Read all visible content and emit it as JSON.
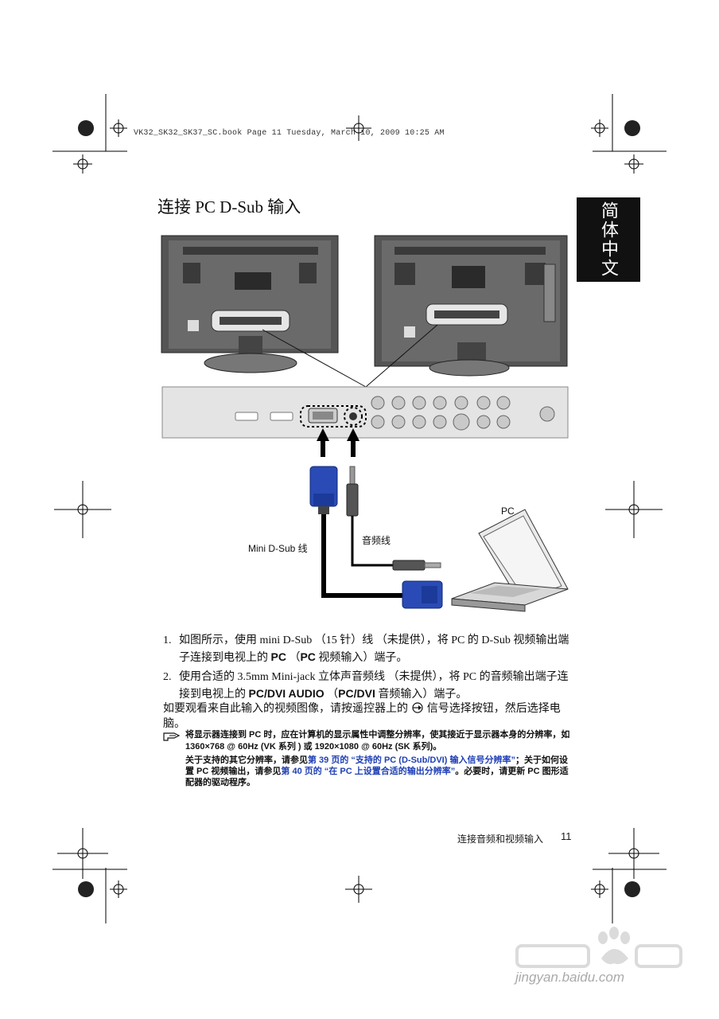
{
  "header": {
    "file_info": "VK32_SK32_SK37_SC.book  Page 11  Tuesday, March 10, 2009  10:25 AM"
  },
  "page_title": "连接 PC D-Sub 输入",
  "side_tab": "简体中文",
  "diagram": {
    "pc_label": "PC",
    "cable_vga_label": "Mini D-Sub 线",
    "cable_audio_label": "音频线"
  },
  "steps": [
    {
      "num": "1.",
      "text_a": "如图所示，使用 mini D-Sub （15 针）线 （未提供），将 PC 的 D-Sub 视频输出端子连接到电视上的 ",
      "bold_a": "PC",
      "text_b": " （",
      "bold_b": "PC",
      "text_c": " 视频输入）端子。"
    },
    {
      "num": "2.",
      "text_a": "使用合适的 3.5mm Mini-jack 立体声音频线 （未提供），将 PC 的音频输出端子连接到电视上的 ",
      "bold_a": "PC/DVI AUDIO",
      "text_b": " （",
      "bold_b": "PC/DVI",
      "text_c": " 音频输入）端子。"
    }
  ],
  "instruction": {
    "before_icon": "如要观看来自此输入的视频图像，请按遥控器上的",
    "after_icon": " 信号选择按钮，然后选择电脑。"
  },
  "note": {
    "line1": "将显示器连接到 PC 时，应在计算机的显示属性中调整分辨率，使其接近于显示器本身的分辨率，如 1360×768 @ 60Hz (VK 系列 ) 或 1920×1080 @ 60Hz (SK 系列)。",
    "p2_a": "关于支持的其它分辨率，请参见",
    "p2_link": "第 39 页的 “支持的 PC (D-Sub/DVI) 输入信号分辨率”",
    "p2_b": "；关于如何设置 PC 视频输出，请参见",
    "p2_link2": "第 40 页的 “在 PC 上设置合适的输出分辨率”",
    "p2_c": "。必要时，请更新 PC 图形适配器的驱动程序。"
  },
  "footer": {
    "section": "连接音频和视频输入",
    "page": "11"
  },
  "watermark": {
    "site": "jingyan.baidu.com"
  }
}
